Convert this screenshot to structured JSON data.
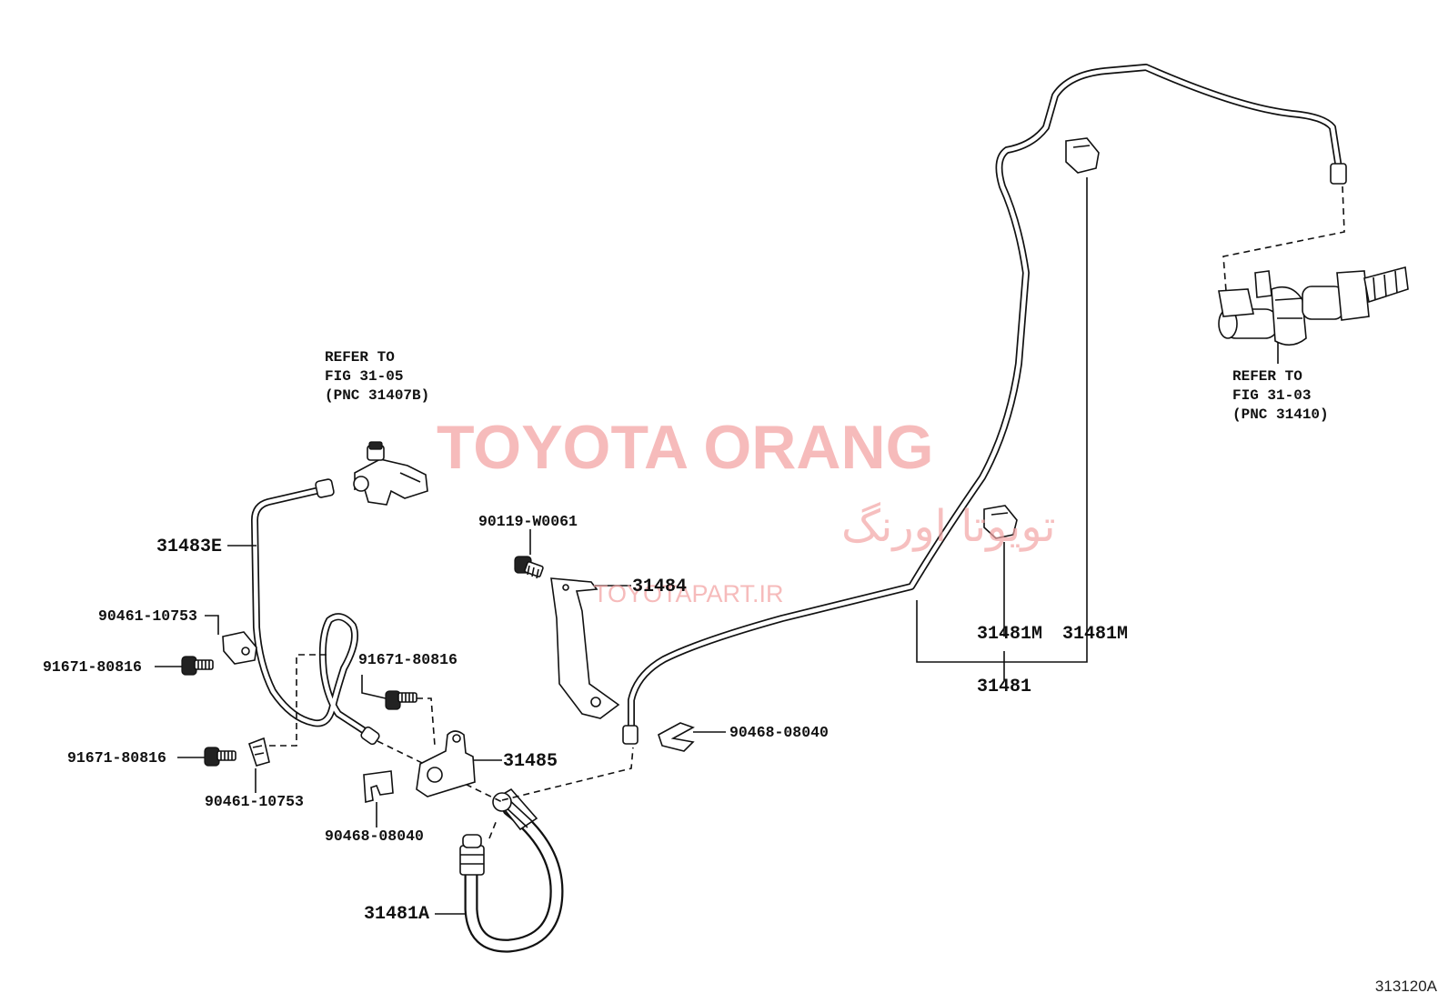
{
  "watermark": {
    "brand": "TOYOTA ORANG",
    "persian": "تویوتا اورنگ",
    "url": "TOYOTAPART.IR"
  },
  "figure_code": "313120A",
  "notes": {
    "refer_top": {
      "line1": "REFER TO",
      "line2": "FIG 31-05",
      "line3": "(PNC 31407B)"
    },
    "refer_right": {
      "line1": "REFER TO",
      "line2": "FIG 31-03",
      "line3": "(PNC 31410)"
    }
  },
  "labels": {
    "p31483E": "31483E",
    "p90461_a": "90461-10753",
    "p91671_a": "91671-80816",
    "p91671_b": "91671-80816",
    "p91671_c": "91671-80816",
    "p90461_b": "90461-10753",
    "p90468_a": "90468-08040",
    "p31481A": "31481A",
    "p31485": "31485",
    "p90119": "90119-W0061",
    "p31484": "31484",
    "p90468_b": "90468-08040",
    "p31481M_a": "31481M",
    "p31481M_b": "31481M",
    "p31481": "31481"
  }
}
